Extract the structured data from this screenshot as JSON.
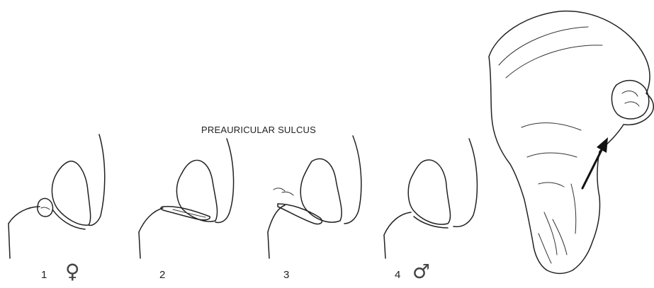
{
  "figure": {
    "title": "PREAURICULAR SULCUS",
    "stages": [
      {
        "number": "1",
        "sex_symbol": "♀"
      },
      {
        "number": "2",
        "sex_symbol": ""
      },
      {
        "number": "3",
        "sex_symbol": ""
      },
      {
        "number": "4",
        "sex_symbol": "♂"
      }
    ],
    "illustration": {
      "subject": "pelvic bone (ilium) lateral view",
      "arrow_icon": "arrow-pointer-icon"
    }
  }
}
